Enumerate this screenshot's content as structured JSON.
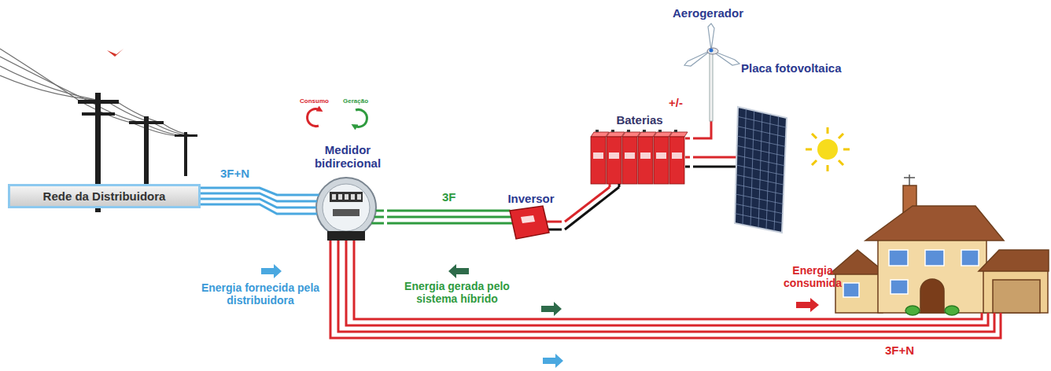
{
  "diagram": {
    "nodes": [
      {
        "text": [
          "Rede da Distribuidora"
        ]
      },
      {
        "text": [
          "Medidor bidirecional"
        ]
      },
      {
        "text": [
          "Inversor"
        ]
      },
      {
        "text": [
          "Baterias"
        ]
      },
      {
        "text": [
          "Aerogerador"
        ]
      },
      {
        "text": [
          "Placa fotovoltaica"
        ]
      }
    ],
    "edges": [
      {
        "from": 0,
        "to": 1,
        "arrow": "none",
        "label": "3F+N"
      },
      {
        "from": 1,
        "to": 2,
        "arrow": "none",
        "label": "3F"
      },
      {
        "from": 2,
        "to": 3,
        "arrow": "none"
      },
      {
        "from": 3,
        "to": 4,
        "arrow": "none",
        "label": "+/-"
      },
      {
        "from": 3,
        "to": 5,
        "arrow": "none"
      }
    ],
    "labels": [
      "Consumo",
      "Geração",
      "Energia fornecida pela distribuidora",
      "Energia gerada pelo sistema híbrido",
      "Energia consumida",
      "3F+N"
    ]
  }
}
